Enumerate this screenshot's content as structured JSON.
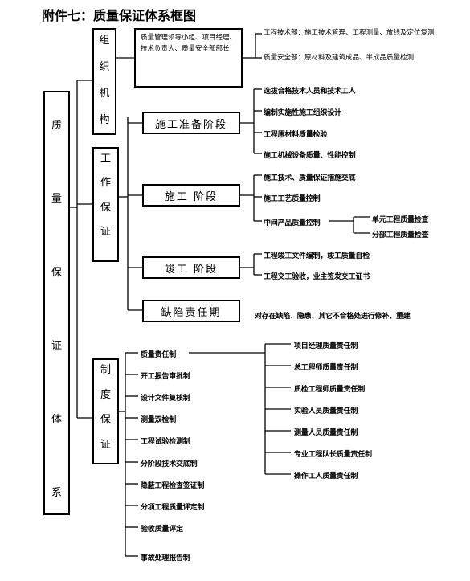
{
  "title": "附件七：质量保证体系框图",
  "root": "质量保证体系",
  "org": {
    "label": "组织机构",
    "box_text": "质量管理领导小组、项目经理、技术负责人、质量安全部部长",
    "items": [
      "工程技术部：施工技术管理、工程测量、放线及定位复测",
      "质量安全部：原材料及建筑成品、半成品质量检测"
    ]
  },
  "work": {
    "label": "工作保证",
    "stages": [
      {
        "name": "施工准备阶段",
        "items": [
          "选拔合格技术人员和技术工人",
          "编制实施性施工组织设计",
          "工程原材料质量检验",
          "施工机械设备质量、性能控制"
        ]
      },
      {
        "name": "施工 阶段",
        "items": [
          "施工技术、质量保证措施交底",
          "施工工艺质量控制",
          "中间产品质量控制"
        ],
        "subitems": [
          "单元工程质量检查",
          "分部工程质量检查"
        ]
      },
      {
        "name": "竣工 阶段",
        "items": [
          "工程竣工文件编制，竣工质量自检",
          "工程交工验收，业主签发交工证书"
        ]
      },
      {
        "name": "缺陷责任期",
        "items": [
          "对存在缺陷、隐患、其它不合格处进行修补、重建"
        ]
      }
    ]
  },
  "system": {
    "label": "制度保证",
    "items": [
      "质量责任制",
      "开工报告审批制",
      "设计文件复核制",
      "测量双检制",
      "工程试验检测制",
      "分阶段技术交底制",
      "隐蔽工程检查签证制",
      "分项工程质量评定制",
      "验收质量评定",
      "事故处理报告制"
    ],
    "responsibilities": [
      "项目经理质量责任制",
      "总工程师质量责任制",
      "质检工程师质量责任制",
      "实验人员质量责任制",
      "测量人员质量责任制",
      "专业工程队长质量责任制",
      "操作工人质量责任制"
    ]
  }
}
